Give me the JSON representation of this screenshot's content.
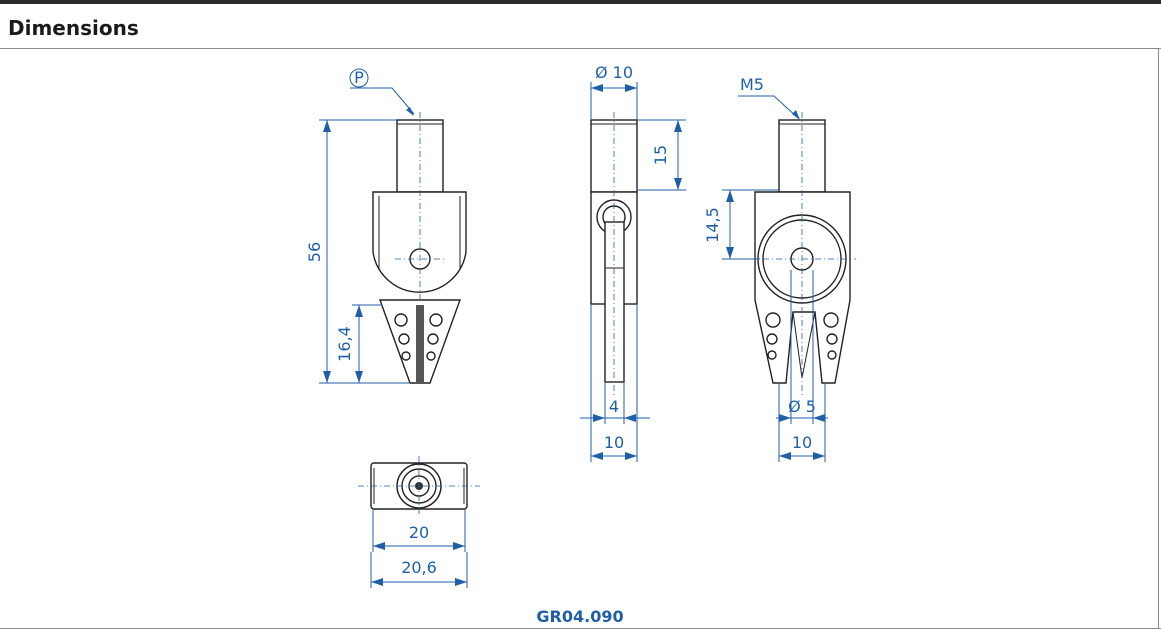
{
  "header": {
    "title": "Dimensions"
  },
  "side_view": {
    "symbol_p": "P",
    "dim_overall_height": "56",
    "dim_jaw_length": "16,4"
  },
  "front_view": {
    "dim_diameter_top": "Ø 10",
    "dim_shank_length": "15",
    "dim_jaw_width": "4",
    "dim_width": "10"
  },
  "side_view_2": {
    "thread": "M5",
    "dim_pivot_height": "14,5",
    "dim_bore_diameter": "Ø 5",
    "dim_width": "10"
  },
  "top_view": {
    "dim_length_inner": "20",
    "dim_length_outer": "20,6"
  },
  "caption": "GR04.090"
}
